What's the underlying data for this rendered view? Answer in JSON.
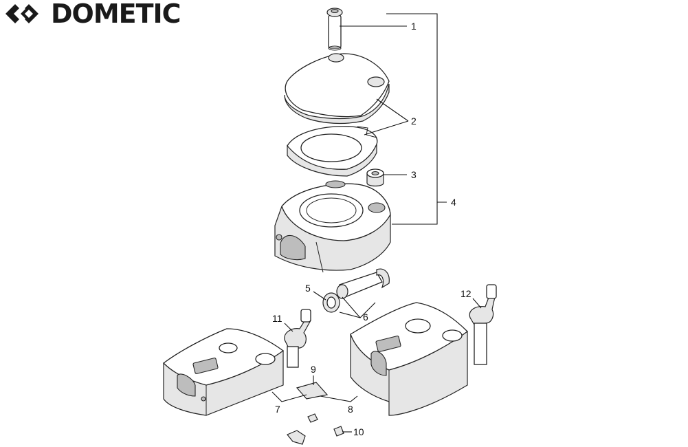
{
  "brand": {
    "name": "DOMETIC",
    "logo_icon": "dometic-chevron-logo-icon"
  },
  "callouts": [
    "1",
    "2",
    "3",
    "4",
    "5",
    "6",
    "7",
    "8",
    "9",
    "10",
    "11",
    "12"
  ],
  "colors": {
    "ink": "#111111",
    "fill": "#ffffff",
    "shade": "#e6e6e6"
  }
}
